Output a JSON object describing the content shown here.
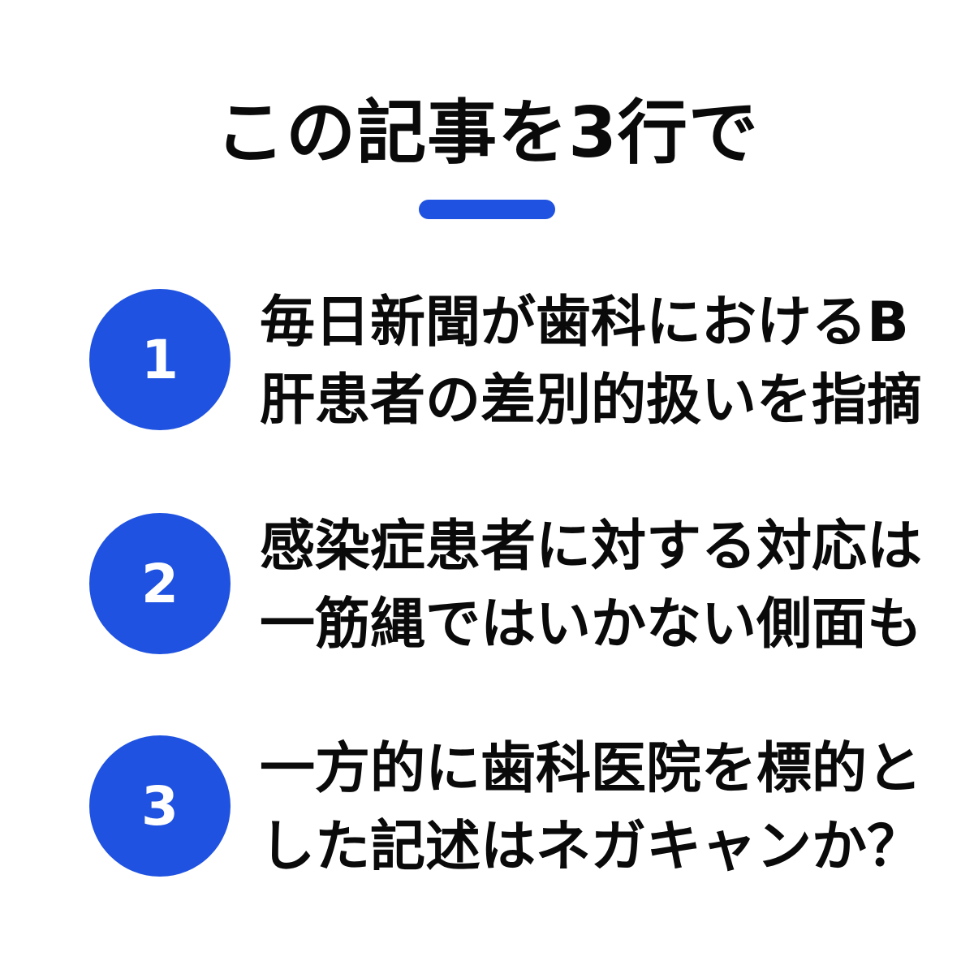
{
  "title": "この記事を3行で",
  "accent_color": "#1f52e0",
  "items": [
    {
      "number": "1",
      "lines": [
        "毎日新聞が歯科におけるB",
        "肝患者の差別的扱いを指摘"
      ]
    },
    {
      "number": "2",
      "lines": [
        "感染症患者に対する対応は",
        "一筋縄ではいかない側面も"
      ]
    },
    {
      "number": "3",
      "lines": [
        "一方的に歯科医院を標的と",
        "した記述はネガキャンか？"
      ]
    }
  ]
}
